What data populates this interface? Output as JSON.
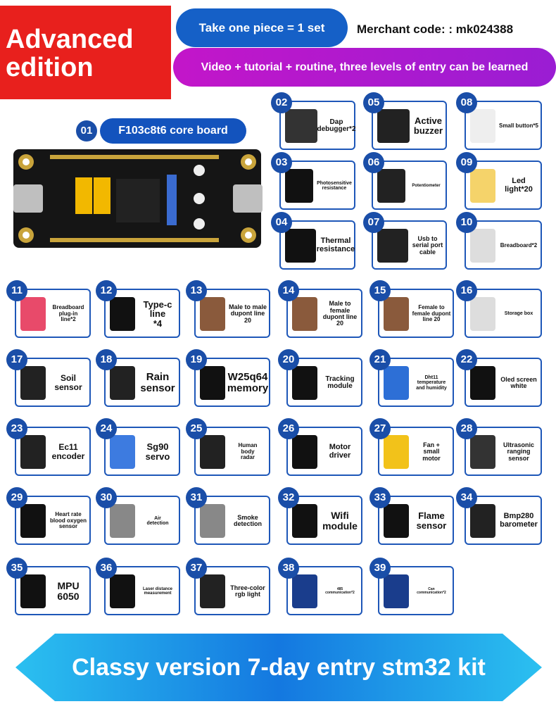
{
  "header": {
    "edition": "Advanced\nedition",
    "take_one": "Take one piece = 1 set",
    "merchant": "Merchant code: : mk024388",
    "video": "Video + tutorial + routine, three levels of entry can be learned"
  },
  "core": {
    "num": "01",
    "title": "F103c8t6 core board"
  },
  "items": [
    {
      "num": "02",
      "label": "Dap\ndebugger*2"
    },
    {
      "num": "05",
      "label": "Active\nbuzzer"
    },
    {
      "num": "08",
      "label": "Small button*5"
    },
    {
      "num": "03",
      "label": "Photosensitive\nresistance"
    },
    {
      "num": "06",
      "label": "Potentiometer"
    },
    {
      "num": "09",
      "label": "Led light*20"
    },
    {
      "num": "04",
      "label": "Thermal\nresistance"
    },
    {
      "num": "07",
      "label": "Usb to\nserial port\ncable"
    },
    {
      "num": "10",
      "label": "Breadboard*2"
    },
    {
      "num": "11",
      "label": "Breadboard\nplug-in\nline*2"
    },
    {
      "num": "12",
      "label": "Type-c line\n*4"
    },
    {
      "num": "13",
      "label": "Male to male\ndupont line\n20"
    },
    {
      "num": "14",
      "label": "Male to female\ndupont line 20"
    },
    {
      "num": "15",
      "label": "Female to\nfemale dupont\nline 20"
    },
    {
      "num": "16",
      "label": "Storage box"
    },
    {
      "num": "17",
      "label": "Soil\nsensor"
    },
    {
      "num": "18",
      "label": "Rain\nsensor"
    },
    {
      "num": "19",
      "label": "W25q64\nmemory"
    },
    {
      "num": "20",
      "label": "Tracking\nmodule"
    },
    {
      "num": "21",
      "label": "Dht11\ntemperature\nand humidity"
    },
    {
      "num": "22",
      "label": "Oled screen\nwhite"
    },
    {
      "num": "23",
      "label": "Ec11\nencoder"
    },
    {
      "num": "24",
      "label": "Sg90\nservo"
    },
    {
      "num": "25",
      "label": "Human\nbody\nradar"
    },
    {
      "num": "26",
      "label": "Motor\ndriver"
    },
    {
      "num": "27",
      "label": "Fan +\nsmall\nmotor"
    },
    {
      "num": "28",
      "label": "Ultrasonic\nranging\nsensor"
    },
    {
      "num": "29",
      "label": "Heart rate\nblood oxygen\nsensor"
    },
    {
      "num": "30",
      "label": "Air\ndetection"
    },
    {
      "num": "31",
      "label": "Smoke\ndetection"
    },
    {
      "num": "32",
      "label": "Wifi\nmodule"
    },
    {
      "num": "33",
      "label": "Flame\nsensor"
    },
    {
      "num": "34",
      "label": "Bmp280\nbarometer"
    },
    {
      "num": "35",
      "label": "MPU\n6050"
    },
    {
      "num": "36",
      "label": "Laser distance\nmeasurement"
    },
    {
      "num": "37",
      "label": "Three-color\nrgb light"
    },
    {
      "num": "38",
      "label": "485\ncommunication*2"
    },
    {
      "num": "39",
      "label": "Can\ncommunication*2"
    }
  ],
  "banner": {
    "text": "Classy version 7-day entry stm32 kit"
  },
  "colors": {
    "red": "#e8201d",
    "blue": "#1353bd",
    "purple": "#b81ccd",
    "card_border": "#1e57b8"
  }
}
